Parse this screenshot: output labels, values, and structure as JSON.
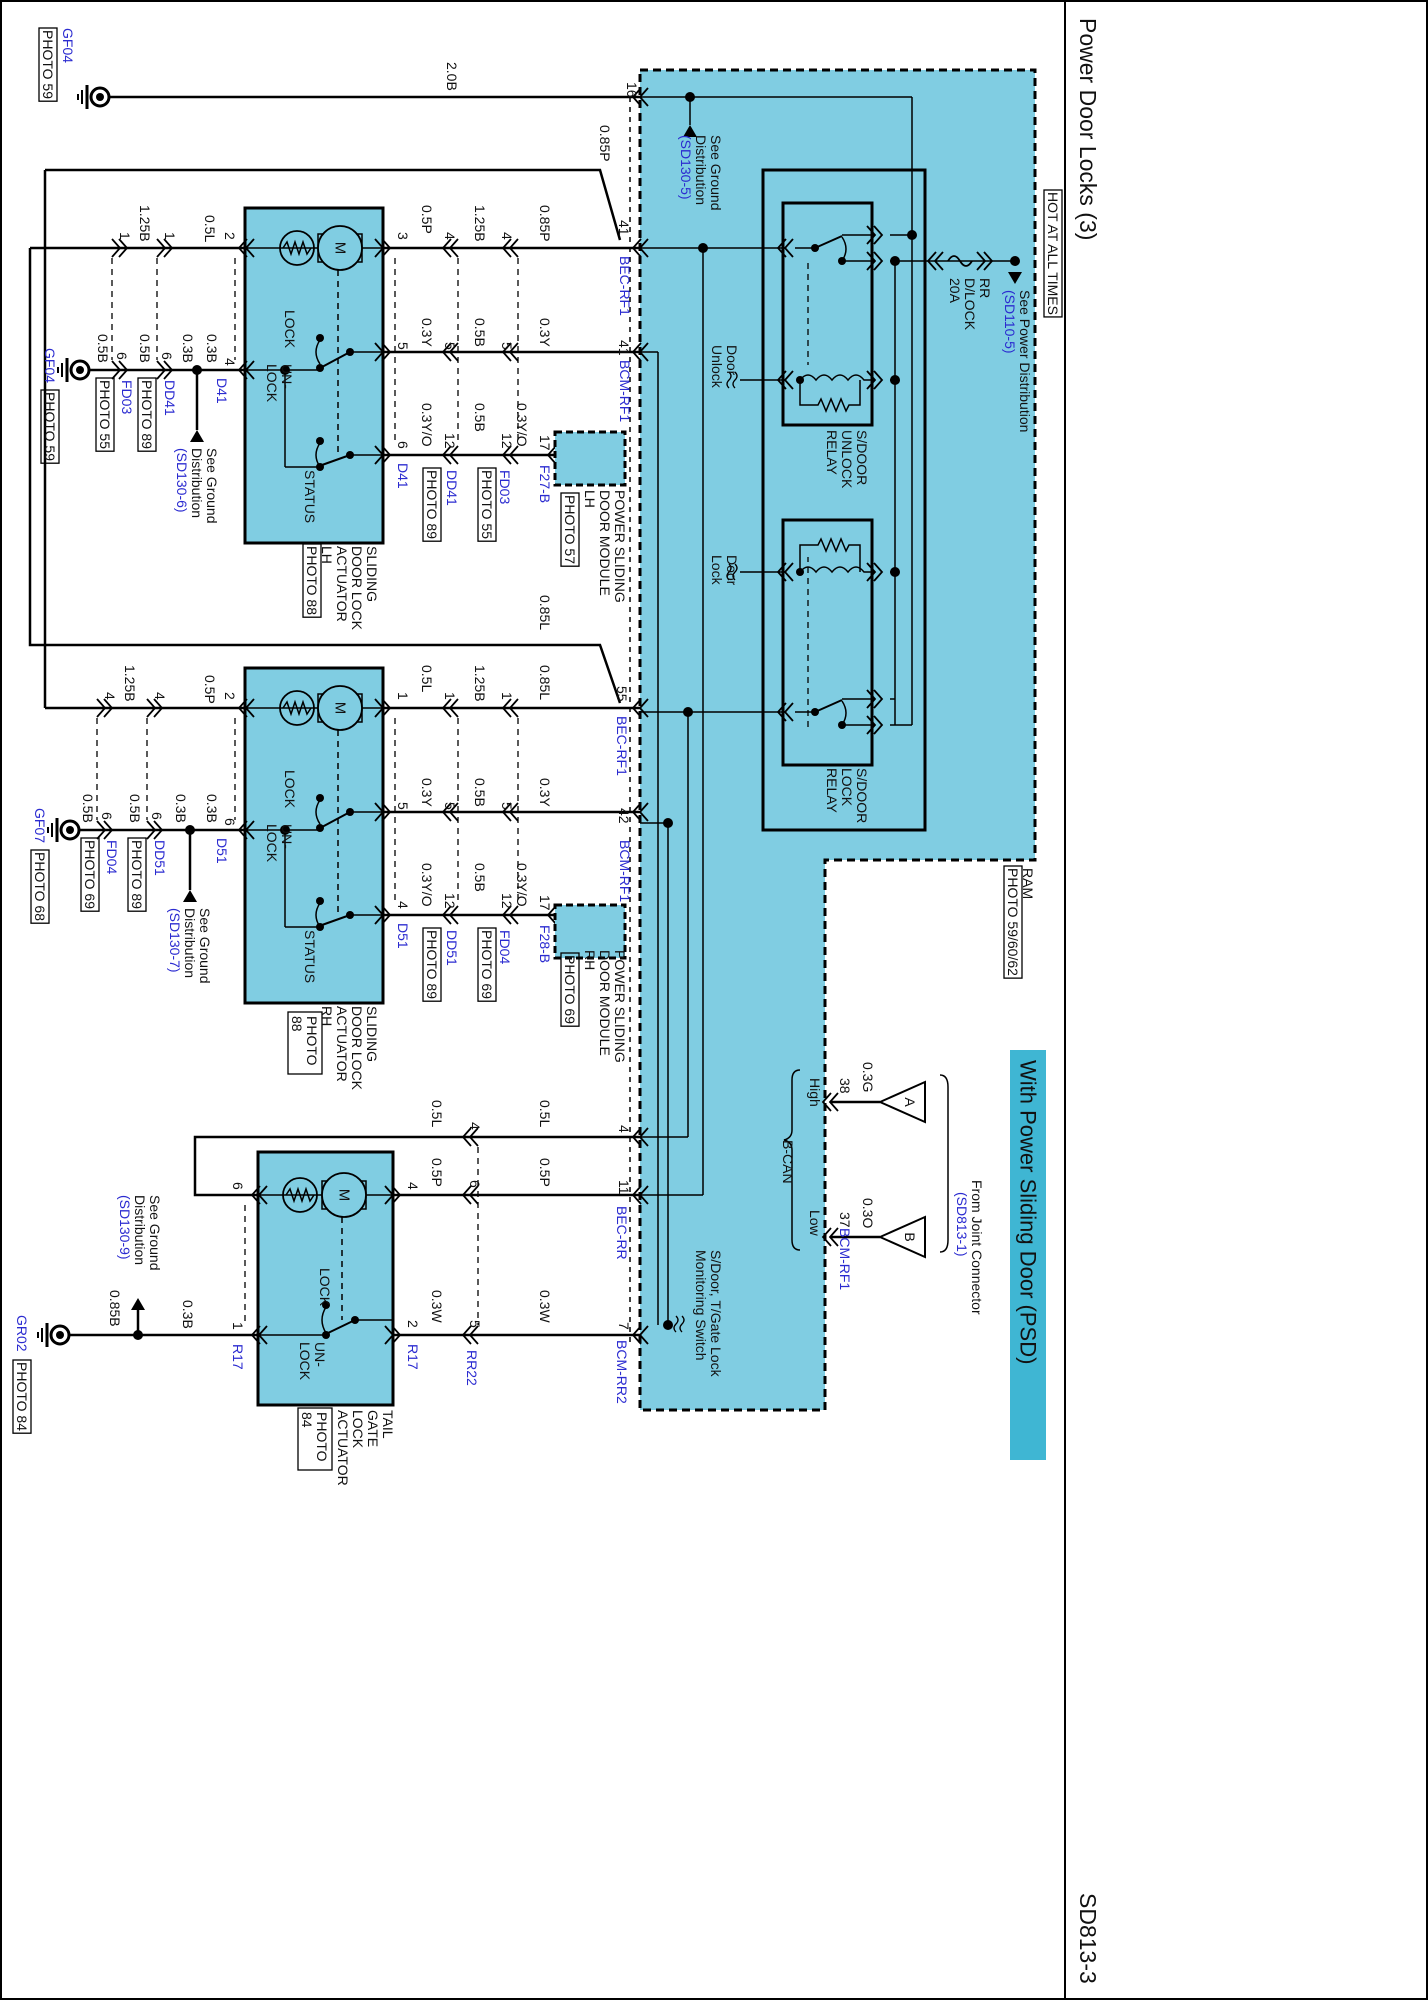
{
  "header": {
    "title": "Power Door Locks (3)",
    "page": "SD813-3",
    "badge": "With Power Sliding Door (PSD)"
  },
  "colors": {
    "module_fill": "#80cde2",
    "badge_fill": "#3fb6d3",
    "connector_text": "#2b2bd0"
  },
  "ground_top": {
    "wire": "2.0B",
    "pin": "16",
    "id": "GF04",
    "photo": "PHOTO 59"
  },
  "ram": {
    "name": "RAM",
    "photo": "PHOTO 59/60/62",
    "hot": "HOT AT ALL TIMES",
    "power_ref": [
      "See Power Distribution",
      "(SD110-5)"
    ],
    "fuse": [
      "RR",
      "D/LOCK",
      "20A"
    ],
    "unlock_relay": [
      "S/DOOR",
      "UNLOCK",
      "RELAY"
    ],
    "lock_relay": [
      "S/DOOR",
      "LOCK",
      "RELAY"
    ],
    "door_unlock": [
      "Door",
      "Unlock"
    ],
    "door_lock": [
      "Door",
      "Lock"
    ],
    "ground_ref": [
      "See Ground",
      "Distribution",
      "(SD130-5)"
    ],
    "monitor": [
      "S/Door, T/Gate Lock",
      "Monitoring Switch"
    ],
    "pins": {
      "p41a": "41",
      "bec_rf1_a": "BEC-RF1",
      "p41b": "41",
      "bcm_rf1_a": "BCM-RF1",
      "p55": "55",
      "bec_rf1_b": "BEC-RF1",
      "p42": "42",
      "bcm_rf1_b": "BCM-RF1",
      "p4": "4",
      "p11": "11",
      "bec_rr": "BEC-RR",
      "p7": "7",
      "bcm_rr2": "BCM-RR2"
    },
    "feeds": {
      "lh_feed": "0.85P",
      "rh_feed": "0.85L"
    }
  },
  "lh": {
    "r1": {
      "pins": [
        "3",
        "4",
        "4"
      ],
      "gauges": [
        "0.5P",
        "1.25B",
        "0.85P"
      ]
    },
    "r2": {
      "pins": [
        "5",
        "5",
        "5"
      ],
      "gauges": [
        "0.3Y",
        "0.5B",
        "0.3Y"
      ]
    },
    "r3": {
      "pins": [
        "6",
        "12",
        "12",
        "17"
      ],
      "gauges": [
        "0.3Y/O",
        "0.5B",
        "0.3Y/O"
      ]
    },
    "conn": {
      "act": "D41",
      "mid": "DD41",
      "mid_photo": "PHOTO 89",
      "outer": "FD03",
      "outer_photo": "PHOTO 55",
      "module": "F27-B"
    },
    "module": {
      "lines": [
        "POWER SLIDING",
        "DOOR MODULE",
        "LH"
      ],
      "photo": "PHOTO 57"
    },
    "l1": {
      "pins": [
        "1",
        "1",
        "2"
      ],
      "gauges": [
        "1.25B",
        "0.5L"
      ]
    },
    "l2": {
      "pins": [
        "6",
        "6",
        "4"
      ],
      "gauges": [
        "0.5B",
        "0.5B",
        "0.3B",
        "0.3B"
      ]
    },
    "lconn": {
      "act": "D41",
      "outer": "FD03",
      "outer_photo": "PHOTO 55",
      "mid": "DD41",
      "mid_photo": "PHOTO 89",
      "ground": "GF04",
      "ground_photo": "PHOTO 59"
    },
    "ground_ref": [
      "See Ground",
      "Distribution",
      "(SD130-6)"
    ],
    "actuator": {
      "lines": [
        "SLIDING",
        "DOOR LOCK",
        "ACTUATOR",
        "LH"
      ],
      "photo": "PHOTO 88"
    },
    "inner": {
      "motor": "M",
      "lock": "LOCK",
      "unlock": [
        "UN-",
        "LOCK"
      ],
      "status": "STATUS"
    }
  },
  "rh": {
    "r1": {
      "pins": [
        "1",
        "1",
        "1"
      ],
      "gauges": [
        "0.5L",
        "1.25B",
        "0.85L"
      ]
    },
    "r2": {
      "pins": [
        "5",
        "5",
        "5"
      ],
      "gauges": [
        "0.3Y",
        "0.5B",
        "0.3Y"
      ]
    },
    "r3": {
      "pins": [
        "4",
        "12",
        "12",
        "17"
      ],
      "gauges": [
        "0.3Y/O",
        "0.5B",
        "0.3Y/O"
      ]
    },
    "conn": {
      "act": "D51",
      "mid": "DD51",
      "mid_photo": "PHOTO 89",
      "outer": "FD04",
      "outer_photo": "PHOTO 69",
      "module": "F28-B"
    },
    "module": {
      "lines": [
        "POWER SLIDING",
        "DOOR MODULE",
        "RH"
      ],
      "photo": "PHOTO 69"
    },
    "l1": {
      "pins": [
        "4",
        "4",
        "2"
      ],
      "gauges": [
        "1.25B",
        "0.5P"
      ]
    },
    "l2": {
      "pins": [
        "6",
        "6",
        "6"
      ],
      "gauges": [
        "0.5B",
        "0.5B",
        "0.3B",
        "0.3B"
      ]
    },
    "lconn": {
      "act": "D51",
      "outer": "FD04",
      "outer_photo": "PHOTO 69",
      "mid": "DD51",
      "mid_photo": "PHOTO 89",
      "ground": "GF07",
      "ground_photo": "PHOTO 68"
    },
    "ground_ref": [
      "See Ground",
      "Distribution",
      "(SD130-7)"
    ],
    "actuator": {
      "lines": [
        "SLIDING",
        "DOOR LOCK",
        "ACTUATOR",
        "RH"
      ],
      "photo": [
        "PHOTO",
        "88"
      ]
    },
    "inner": {
      "motor": "M",
      "lock": "LOCK",
      "unlock": [
        "UN-",
        "LOCK"
      ],
      "status": "STATUS"
    }
  },
  "tailgate": {
    "w1": {
      "gauge_a": "0.5L",
      "pin_mid": "4",
      "gauge_b": "0.5L"
    },
    "w2": {
      "pin_act": "4",
      "gauge_a": "0.5P",
      "pin_mid": "6",
      "gauge_b": "0.5P"
    },
    "w3": {
      "pin_act": "2",
      "conn_act": "R17",
      "gauge_a": "0.3W",
      "pin_mid": "5",
      "conn_mid": "RR22",
      "gauge_b": "0.3W"
    },
    "left": {
      "pin_top": "6",
      "pin_bot": "1",
      "conn": "R17",
      "gauge_a": "0.3B",
      "gauge_b": "0.85B",
      "ground": "GR02",
      "ground_photo": "PHOTO 84"
    },
    "ground_ref": [
      "See Ground",
      "Distribution",
      "(SD130-9)"
    ],
    "actuator": {
      "lines": [
        "TAIL",
        "GATE",
        "LOCK",
        "ACTUATOR"
      ],
      "photo": [
        "PHOTO",
        "84"
      ]
    },
    "inner": {
      "motor": "M",
      "lock": "LOCK",
      "unlock": [
        "UN-",
        "LOCK"
      ]
    }
  },
  "can": {
    "source": [
      "From Joint Connector",
      "(SD813-1)"
    ],
    "a": {
      "label": "A",
      "gauge": "0.3G",
      "pin": "38"
    },
    "b": {
      "label": "B",
      "gauge": "0.3O",
      "pin": "37",
      "conn": "BCM-RF1"
    },
    "high": "High",
    "low": "Low",
    "bus": "B-CAN"
  }
}
